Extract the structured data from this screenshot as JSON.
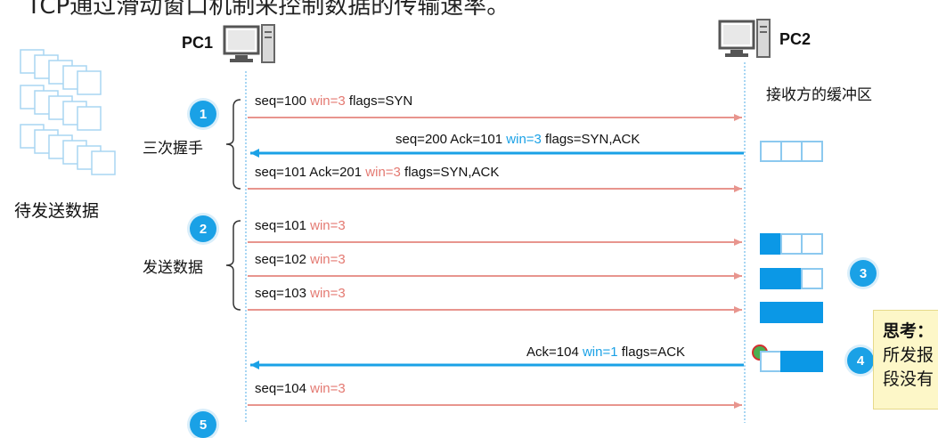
{
  "title": "TCP通过滑动窗口机制来控制数据的传输速率。",
  "pc1_label": "PC1",
  "pc2_label": "PC2",
  "buffer_label": "接收方的缓冲区",
  "waiting_data_label": "待发送数据",
  "handshake_label": "三次握手",
  "send_data_label": "发送数据",
  "steps": [
    "1",
    "2",
    "3",
    "4",
    "5"
  ],
  "messages": [
    {
      "pre": "seq=100  ",
      "win": "win=3",
      "post": "  flags=SYN"
    },
    {
      "pre": "seq=200  Ack=101  ",
      "win": "win=3",
      "post": "  flags=SYN,ACK"
    },
    {
      "pre": "seq=101  Ack=201  ",
      "win": "win=3",
      "post": "  flags=SYN,ACK"
    },
    {
      "pre": "seq=101  ",
      "win": "win=3",
      "post": ""
    },
    {
      "pre": "seq=102  ",
      "win": "win=3",
      "post": ""
    },
    {
      "pre": "seq=103  ",
      "win": "win=3",
      "post": ""
    },
    {
      "pre": "Ack=104  ",
      "win": "win=1",
      "post": "  flags=ACK"
    },
    {
      "pre": "seq=104  ",
      "win": "win=3",
      "post": ""
    }
  ],
  "buffers": [
    {
      "filled": [
        false,
        false,
        false
      ]
    },
    {
      "filled": [
        true,
        false,
        false
      ]
    },
    {
      "filled": [
        true,
        true,
        false
      ]
    },
    {
      "filled": [
        true,
        true,
        true
      ]
    },
    {
      "filled": [
        false,
        true,
        true
      ]
    }
  ],
  "think": {
    "title": "思考：",
    "line1": "所发报",
    "line2": "段没有"
  },
  "colors": {
    "arrow_to_pc2": "#e8958e",
    "arrow_to_pc1": "#1aa1e6",
    "step_circle": "#1aa1e6",
    "buffer_fill": "#0b98e6",
    "buffer_border": "#8cc9ef",
    "think_bg": "#fdf7c8"
  }
}
